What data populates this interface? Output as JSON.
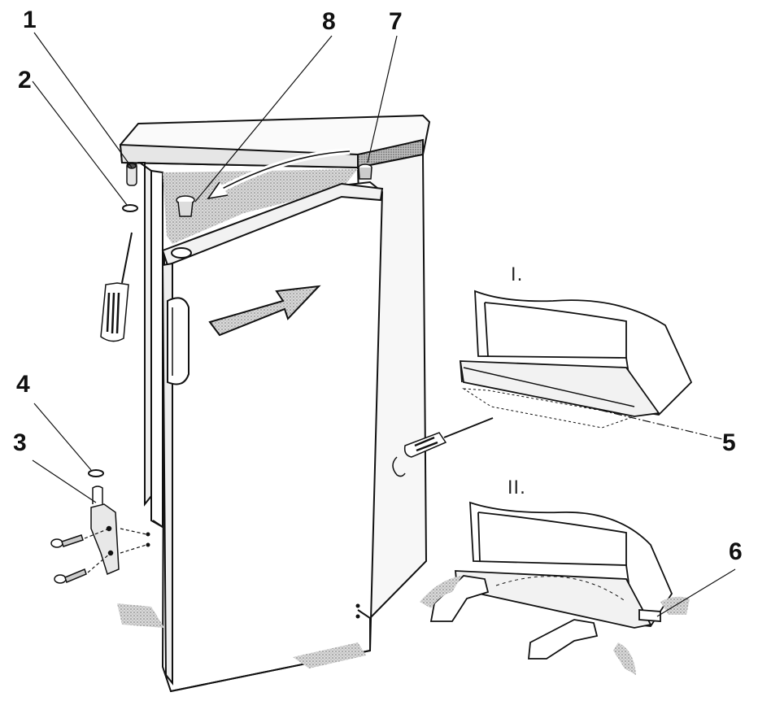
{
  "callouts": {
    "c1": "1",
    "c2": "2",
    "c3": "3",
    "c4": "4",
    "c5": "5",
    "c6": "6",
    "c7": "7",
    "c8": "8"
  },
  "panels": {
    "step1": "I.",
    "step2": "II."
  }
}
